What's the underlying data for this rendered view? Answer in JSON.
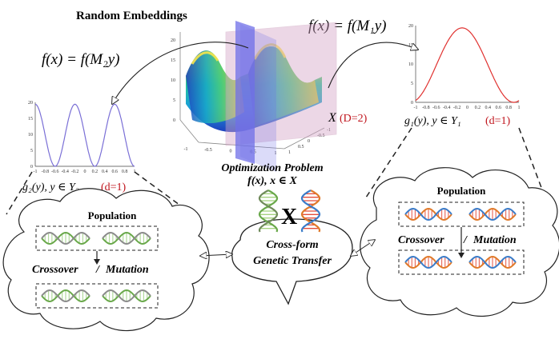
{
  "title": "Random Embeddings",
  "formula_left": "f(x) = f(M₂y)",
  "formula_right": "f(x) = f(M₁y)",
  "main_plot": {
    "domain_label": "X",
    "dimension_label": "(D=2)",
    "z_ticks": [
      "0",
      "5",
      "10",
      "15",
      "20"
    ],
    "x_ticks": [
      "-1",
      "-0.5",
      "0",
      "0.5",
      "1"
    ],
    "y_ticks": [
      "1",
      "0.5",
      "0",
      "-0.5",
      "-1"
    ],
    "caption_line1": "Optimization Problem",
    "caption_line2": "f(x), x ∈ X"
  },
  "left_plot": {
    "label": "g₂(y), y ∈ Y₂",
    "dim": "(d=1)",
    "y_ticks": [
      "20",
      "15",
      "10",
      "5",
      "0"
    ],
    "x_ticks": [
      "-1",
      "-0.8",
      "-0.6",
      "-0.4",
      "-0.2",
      "0",
      "0.2",
      "0.4",
      "0.6",
      "0.8",
      "1"
    ]
  },
  "right_plot": {
    "label": "g₁(y), y ∈ Y₁",
    "dim": "(d=1)",
    "y_ticks": [
      "20",
      "15",
      "10",
      "5",
      "0"
    ],
    "x_ticks": [
      "-1",
      "-0.8",
      "-0.6",
      "-0.4",
      "-0.2",
      "0",
      "0.2",
      "0.4",
      "0.6",
      "0.8",
      "1"
    ]
  },
  "left_cloud": {
    "population": "Population",
    "operators_a": "Crossover",
    "operators_sep": "/",
    "operators_b": "Mutation"
  },
  "right_cloud": {
    "population": "Population",
    "operators_a": "Crossover",
    "operators_sep": "/",
    "operators_b": "Mutation"
  },
  "center_bubble": {
    "line1": "Cross-form",
    "line2": "Genetic Transfer"
  },
  "cross_symbol": "X",
  "colors": {
    "left_curve": "#7a6fd6",
    "right_curve": "#e0312f",
    "dim_label": "#c0141c",
    "helix_green": "#69a84a",
    "helix_orange": "#e07a2a",
    "helix_blue": "#3a7cc9",
    "plane_pink": "#d7a8c9",
    "plane_purple": "#6f6fe8"
  }
}
